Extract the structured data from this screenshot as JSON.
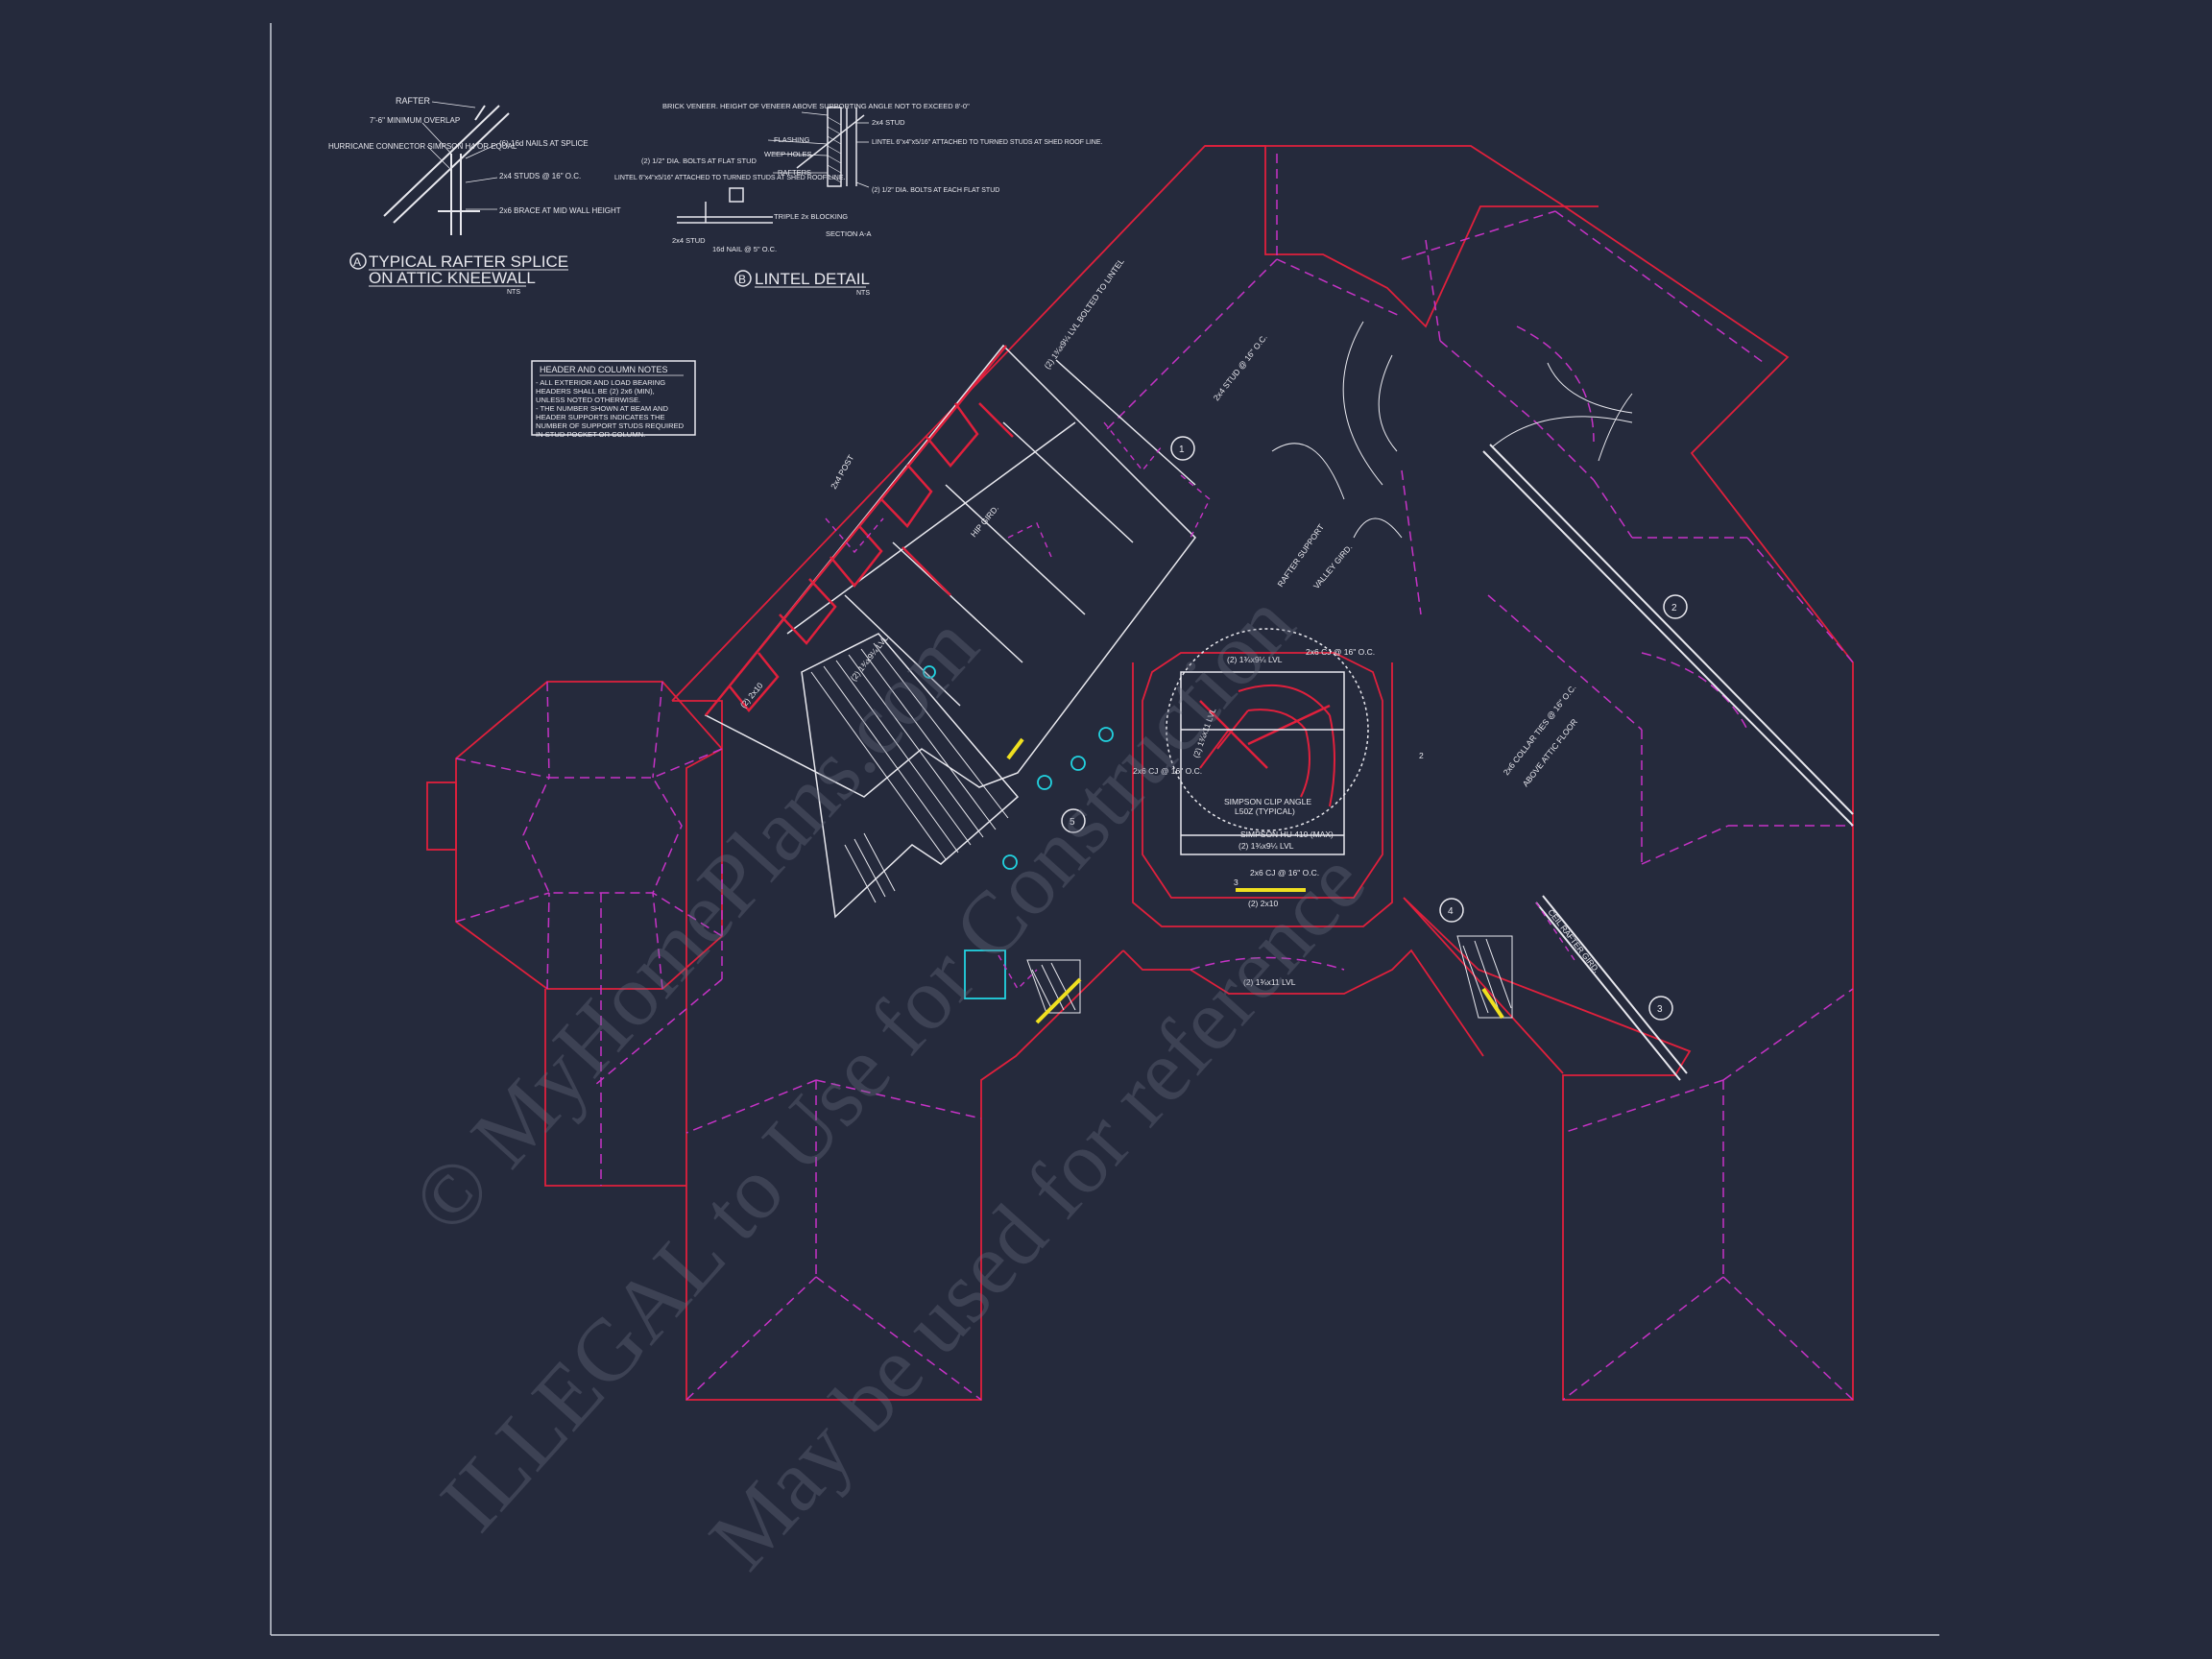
{
  "colors": {
    "background": "#252a3c",
    "wall": "#e0203c",
    "hip": "#c633c6",
    "framing": "#e8e8ee",
    "header_highlight": "#f0e020",
    "fixture": "#22d3e0",
    "watermark": "#6a6f82"
  },
  "detail_a": {
    "marker": "A",
    "title_line1": "TYPICAL RAFTER SPLICE",
    "title_line2": "ON ATTIC KNEEWALL",
    "scale": "NTS",
    "labels": [
      "RAFTER",
      "7'-6\" MINIMUM OVERLAP",
      "HURRICANE CONNECTOR SIMPSON H4 OR EQUAL",
      "(6) 16d NAILS AT SPLICE",
      "2x4 STUDS @ 16\" O.C.",
      "2x6 BRACE AT MID WALL HEIGHT"
    ]
  },
  "detail_b": {
    "marker": "B",
    "title": "LINTEL DETAIL",
    "scale": "NTS",
    "labels": [
      "BRICK VENEER. HEIGHT OF VENEER ABOVE SUPPORTING ANGLE NOT TO EXCEED 8'-0\"",
      "FLASHING",
      "WEEP HOLES",
      "RAFTERS",
      "(2) 1/2\" DIA. BOLTS AT FLAT STUD",
      "LINTEL 6\"x4\"x5/16\" ATTACHED TO TURNED STUDS AT SHED ROOF LINE.",
      "2x4 STUD",
      "16d NAIL @ 5\" O.C.",
      "TRIPLE 2x BLOCKING",
      "SECTION A-A",
      "2x4 STUD",
      "LINTEL 6\"x4\"x5/16\" ATTACHED TO TURNED STUDS AT SHED ROOF LINE.",
      "(2) 1/2\" DIA. BOLTS AT EACH FLAT STUD"
    ]
  },
  "notes": {
    "title": "HEADER AND COLUMN NOTES",
    "lines": [
      "- ALL EXTERIOR AND LOAD BEARING",
      "HEADERS SHALL BE (2) 2x6 (MIN),",
      "UNLESS NOTED OTHERWISE.",
      "- THE NUMBER SHOWN AT BEAM AND",
      "HEADER SUPPORTS INDICATES THE",
      "NUMBER OF SUPPORT STUDS REQUIRED",
      "IN STUD POCKET OR COLUMN."
    ]
  },
  "plan_labels": {
    "lvl_1": "(2) 1¾x9¼ LVL",
    "lvl_2": "(2) 1¾x9¼ LVL",
    "lvl_3": "(2) 1¾x11 LVL",
    "lvl_4": "(2) 1¾x9¼ LVL",
    "lvl_5": "(2) 1¾x11 LVL",
    "cj_1": "2x6 CJ @ 16\" O.C.",
    "cj_2": "2x6 CJ @ 16\" O.C.",
    "cj_3": "2x6 CJ @ 16\" O.C.",
    "header_1": "(2) 2x10",
    "header_2": "(2) 2x10",
    "clip": "SIMPSON CLIP ANGLE",
    "clip_2": "L50Z (TYPICAL)",
    "hanger": "SIMPSON HU 410 (MAX)",
    "girder": "HIP GIRD.",
    "valley": "VALLEY GIRD.",
    "rafter_support": "RAFTER SUPPORT",
    "ceil_rafter": "CEIL RAFTER GIRD.",
    "collar": "2x6 COLLAR TIES @ 16\" O.C.",
    "attic": "ABOVE ATTIC FLOOR",
    "post": "2x4 POST",
    "bolts": "(2) 1¾x9¼ LVL BOLTED TO LINTEL",
    "stud": "2x4 STUD @ 16\" O.C.",
    "num_2": "2",
    "num_3": "3"
  },
  "grid_markers": [
    "1",
    "2",
    "3",
    "4",
    "5"
  ],
  "watermark": {
    "line1": "© MyHomePlans.com",
    "line2": "ILLEGAL to Use for Construction",
    "line3": "May be used for reference"
  }
}
